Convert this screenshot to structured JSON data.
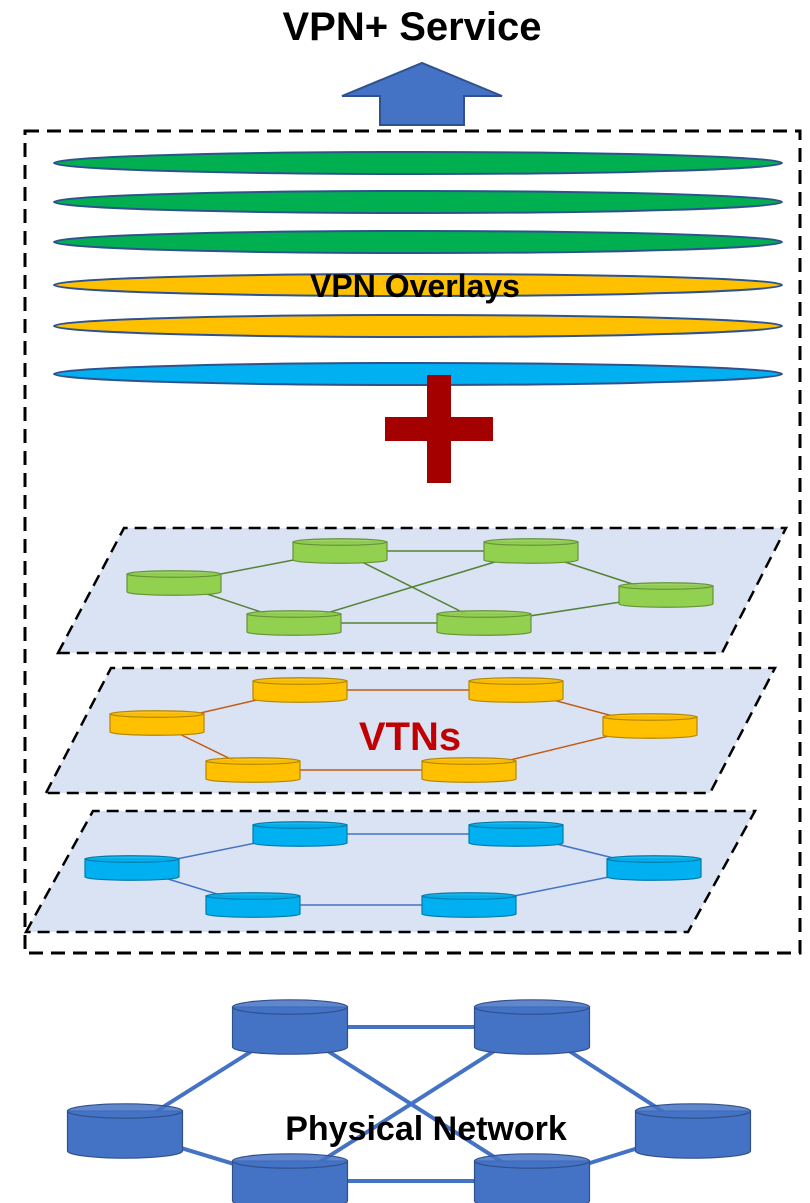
{
  "title": "VPN+ Service",
  "overlays": {
    "label": "VPN Overlays",
    "bands": [
      {
        "color": "#00b050"
      },
      {
        "color": "#00b050"
      },
      {
        "color": "#00b050"
      },
      {
        "color": "#ffc000"
      },
      {
        "color": "#ffc000"
      },
      {
        "color": "#00b0f0"
      }
    ]
  },
  "plus_sign": "+",
  "vtns": {
    "label": "VTNs",
    "layers": [
      {
        "node_color": "#92d050",
        "link_color": "#548235",
        "topology": "mesh",
        "node_count": 6
      },
      {
        "node_color": "#ffc000",
        "link_color": "#c55a11",
        "topology": "ring",
        "node_count": 6
      },
      {
        "node_color": "#00b0f0",
        "link_color": "#4472c4",
        "topology": "ring",
        "node_count": 6
      }
    ]
  },
  "physical": {
    "label": "Physical Network",
    "node_color": "#4472c4",
    "link_color": "#4472c4",
    "topology": "mesh",
    "node_count": 6
  },
  "colors": {
    "arrow": "#4472c4",
    "plus": "#a50000",
    "vtn_label": "#c00000",
    "plane": "#dae3f3",
    "text": "#000000"
  }
}
